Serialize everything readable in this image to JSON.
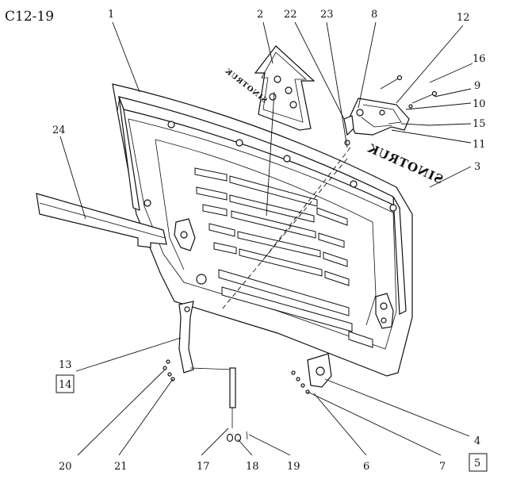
{
  "figure_code": "C12-19",
  "labels": {
    "l1": "1",
    "l2": "2",
    "l3": "3",
    "l4": "4",
    "l5": "5",
    "l6": "6",
    "l7": "7",
    "l8": "8",
    "l9": "9",
    "l10": "10",
    "l11": "11",
    "l12": "12",
    "l13": "13",
    "l14": "14",
    "l15": "15",
    "l16": "16",
    "l17": "17",
    "l18": "18",
    "l19": "19",
    "l20": "20",
    "l21": "21",
    "l22": "22",
    "l23": "23",
    "l24": "24"
  },
  "boxed_labels": [
    "14",
    "5"
  ],
  "emblem_text": "SINOTRUK",
  "plate_text": "SINOTRUK"
}
